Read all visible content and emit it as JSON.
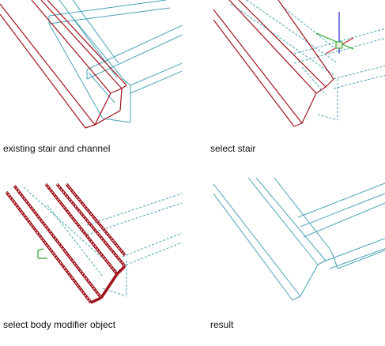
{
  "panels": [
    {
      "id": "p1",
      "caption": "existing stair and channel"
    },
    {
      "id": "p2",
      "caption": "select stair"
    },
    {
      "id": "p3",
      "caption": "select body modifier object"
    },
    {
      "id": "p4",
      "caption": "result"
    }
  ],
  "colors": {
    "selected_stair": "#a0141e",
    "channel_lines": "#4aa3b8",
    "ucs_x_axis": "#c8202a",
    "ucs_y_axis": "#27a327",
    "ucs_z_axis": "#2828c8",
    "body_modifier_marker": "#27a327",
    "background": "#ffffff"
  },
  "icons": [
    "ucs-axis-icon",
    "grip-marker-icon"
  ]
}
